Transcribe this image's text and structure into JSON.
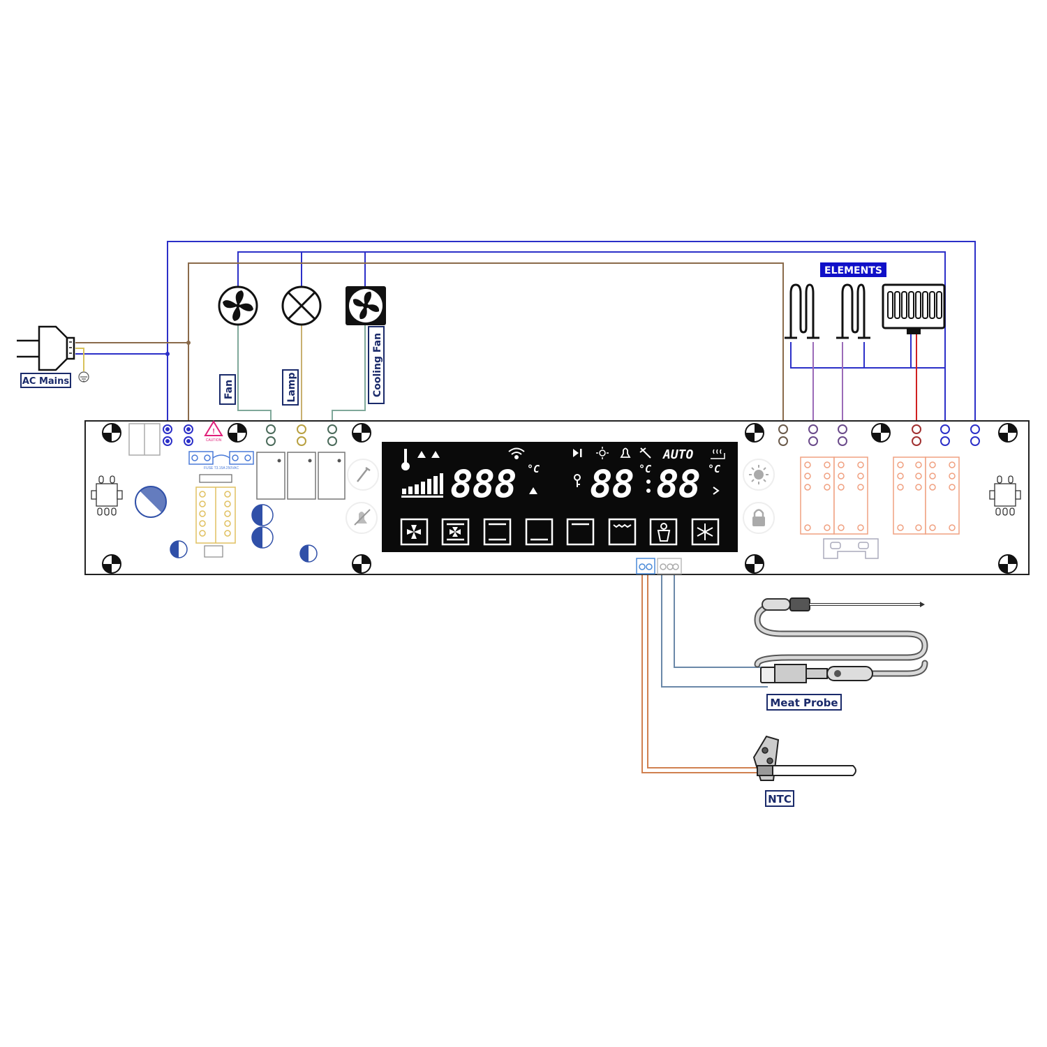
{
  "labels": {
    "ac_mains": "AC Mains",
    "fan": "Fan",
    "lamp": "Lamp",
    "cooling_fan": "Cooling Fan",
    "elements": "ELEMENTS",
    "meat_probe": "Meat Probe",
    "ntc": "NTC"
  },
  "display": {
    "temp_digits": "888",
    "temp_unit": "°C",
    "time_left": "88",
    "time_right": "88",
    "time_unit_left": "°C",
    "time_unit_right": "°C",
    "auto": "AUTO"
  },
  "pcb": {
    "caution": "CAUTION",
    "fuse": "FUSE T3.15A 250VAC"
  },
  "colors": {
    "neutral_wire": "#2b2fc8",
    "live_wire": "#8a6a4a",
    "ground_wire": "#d8c25a",
    "fan_wire": "#7fa89a",
    "lamp_wire": "#c8b070",
    "heater_wire": "#9a6ab8",
    "grill_wire": "#d02020",
    "ntc_wire": "#d08050",
    "probe_wire": "#6a88a8",
    "label_border": "#1a2a6a",
    "elements_bg": "#1010c8",
    "relay_orange": "#f0a080"
  },
  "icons": [
    "plug-icon",
    "fan-icon",
    "lamp-icon",
    "cooling-fan-icon",
    "heating-element-icon",
    "grill-element-icon",
    "meat-probe-icon",
    "ntc-sensor-icon",
    "thermometer-icon",
    "wifi-icon",
    "light-icon",
    "lock-icon",
    "bell-icon",
    "snowflake-icon"
  ]
}
